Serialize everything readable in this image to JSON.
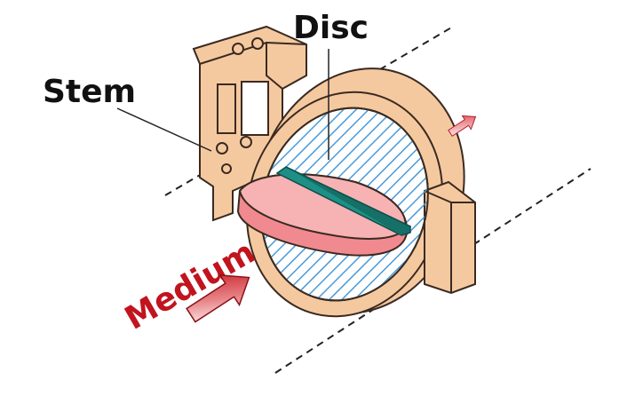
{
  "labels": {
    "disc": "Disc",
    "stem": "Stem",
    "medium": "Medium"
  },
  "colors": {
    "body": "#f5c9a0",
    "outline": "#3a2a20",
    "disc_face": "#f08a90",
    "disc_top": "#f7b2b4",
    "stem_bar": "#1e8f86",
    "hatch": "#4a9ad8",
    "medium_text": "#c1141e",
    "arrow": "#d8202a",
    "dashed": "#222222"
  },
  "icons": {
    "flow_in": "flow-arrow-icon",
    "flow_out": "flow-arrow-icon"
  }
}
